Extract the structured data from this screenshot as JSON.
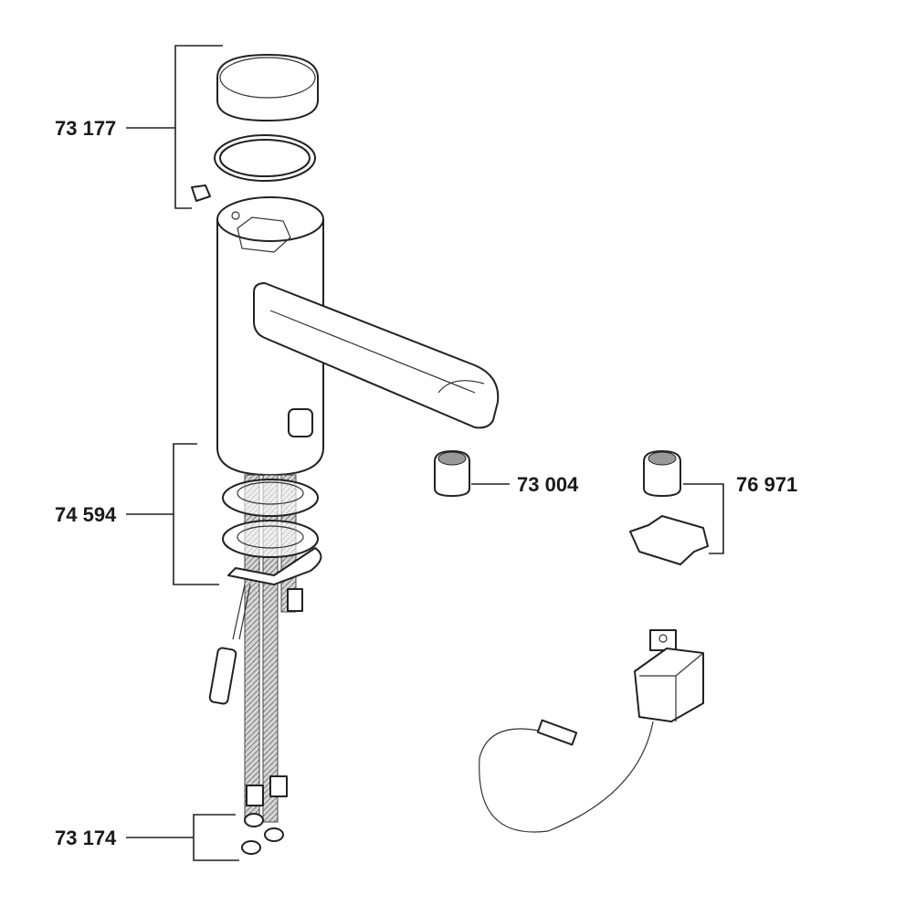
{
  "labels": {
    "cap_set": "73 177",
    "mounting_set": "74 594",
    "aerator": "73 004",
    "aerator_key_set": "76 971",
    "filter_set": "73 174"
  }
}
